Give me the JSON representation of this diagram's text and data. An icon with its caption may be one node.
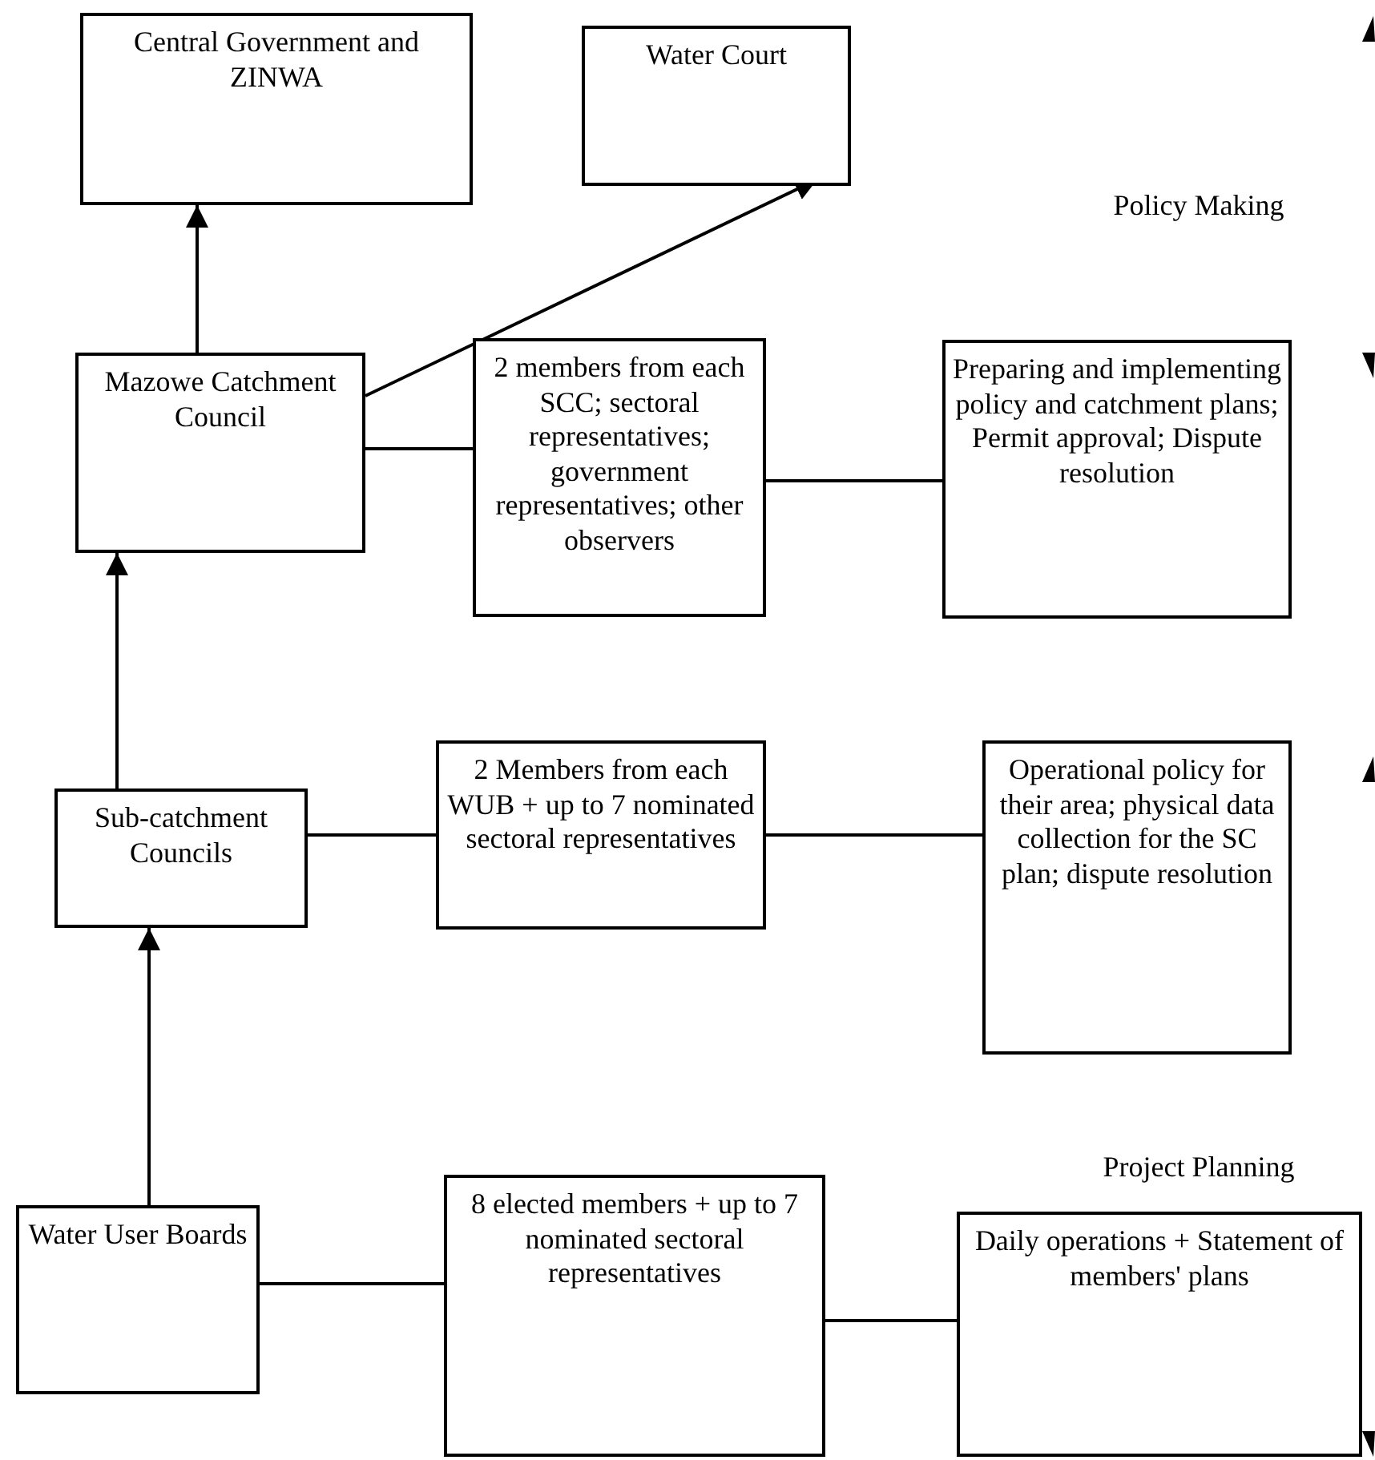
{
  "diagram": {
    "nodes": [
      {
        "text": [
          "Central Government and ZINWA"
        ]
      },
      {
        "text": [
          "Water Court"
        ]
      },
      {
        "text": [
          "Mazowe Catchment Council"
        ]
      },
      {
        "text": [
          "2 members from each SCC; sectoral representatives; government representatives; other observers"
        ]
      },
      {
        "text": [
          "Preparing and implementing policy and catchment plans; Permit approval; Dispute resolution"
        ]
      },
      {
        "text": [
          "Sub-catchment Councils"
        ]
      },
      {
        "text": [
          "2 Members from each WUB + up to 7 nominated sectoral representatives"
        ]
      },
      {
        "text": [
          "Operational policy for their area; physical data collection for the SC plan; dispute resolution"
        ]
      },
      {
        "text": [
          "Water User Boards"
        ]
      },
      {
        "text": [
          "8 elected members + up to 7 nominated sectoral representatives"
        ]
      },
      {
        "text": [
          "Daily operations + Statement of members' plans"
        ]
      }
    ],
    "edges": [
      {
        "from": 2,
        "to": 0,
        "arrow": "to"
      },
      {
        "from": 2,
        "to": 1,
        "arrow": "to"
      },
      {
        "from": 2,
        "to": 3,
        "arrow": "none"
      },
      {
        "from": 3,
        "to": 4,
        "arrow": "none"
      },
      {
        "from": 5,
        "to": 2,
        "arrow": "to"
      },
      {
        "from": 5,
        "to": 6,
        "arrow": "none"
      },
      {
        "from": 6,
        "to": 7,
        "arrow": "none"
      },
      {
        "from": 8,
        "to": 5,
        "arrow": "to"
      },
      {
        "from": 8,
        "to": 9,
        "arrow": "none"
      },
      {
        "from": 9,
        "to": 10,
        "arrow": "none"
      }
    ],
    "labels": [
      "Policy Making",
      "Project Planning"
    ]
  }
}
